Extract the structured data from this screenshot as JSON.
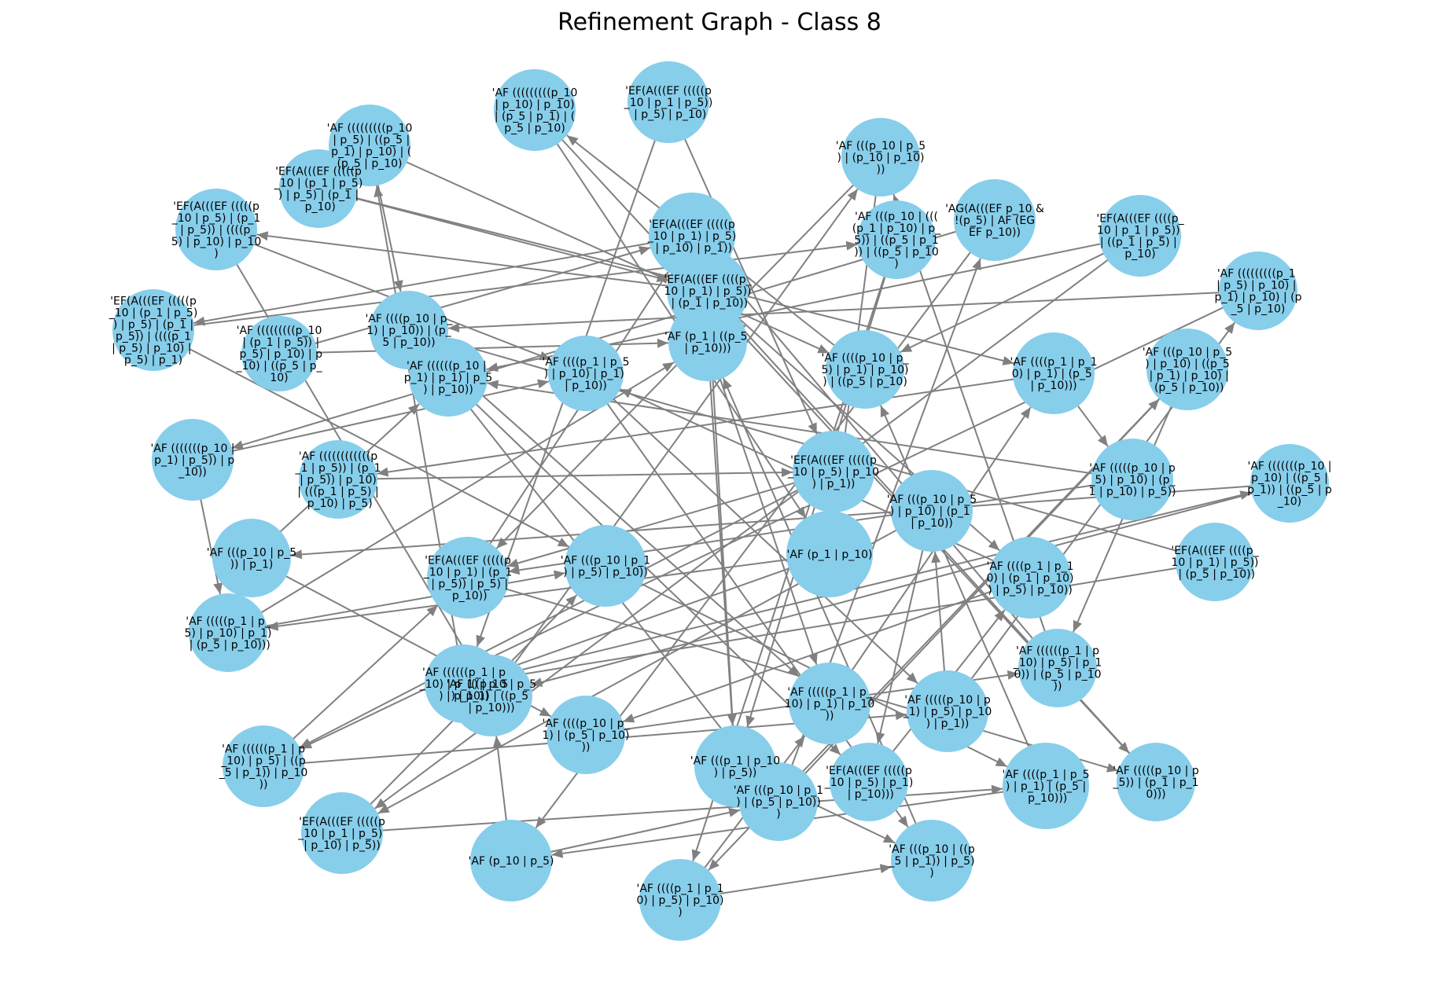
{
  "title": "Refinement Graph - Class 8",
  "colors": {
    "node_fill": "#87ceeb",
    "edge": "#808080",
    "text": "#000000",
    "background": "#ffffff"
  },
  "nodes": [
    {
      "label": "'EF(A(((EF (((((p_10 | (p_1 | p_5)) | p_5) | (p_1 | p_5)) | ((((p_1 | p_5) | p_10) | p_5) | p_1)"
    },
    {
      "label": "'AF (((((((((p_10 | (p_1 | p_5)) | p_5) | p_10) | p_10) | ((p_5 | p_10)"
    },
    {
      "label": "'AF ((((((((((((p_1 | p_5)) | (p_1 | p_5)) | p_10) | (((p_1 | p_5) | p_10) | p_5)"
    },
    {
      "label": "'EF(A(((EF (((((p_10 | p_5) | (p_1 | p_5)) | ((((p_5) | p_10) | p_10)"
    },
    {
      "label": "'EF(A(((EF (((((p_10 | (p_1 | p_5)) | p_5) | (p_1 | p_10)"
    },
    {
      "label": "'AF (((((((((p_10 | p_5) | ((p_5 | p_1) | p_10) | ((p_5 | p_10)"
    },
    {
      "label": "'AF (((((((((p_10 | p_10) | p_10) | (p_5 | p_1) | (p_5 | p_10)"
    },
    {
      "label": "'EF(A(((EF (((((p_10 | p_1 | p_5)) | p_5) | p_10)"
    },
    {
      "label": "'AF (((p_10 | ((((p_1 | p_10) | p_5)) | ((p_5 | p_1)) | ((p_5 | p_10)"
    },
    {
      "label": "'AF (((p_10 | p_5) | (p_10 | p_10)))"
    },
    {
      "label": "'AG(A(((EF p_10 & !(p_5) | AF (EG EF p_10))"
    },
    {
      "label": "'EF(A(((EF ((((p_10 | p_1 | p_5)) | ((p_1 | p_5) | p_10)"
    },
    {
      "label": "'AF (((((((((p_1 | p_5) | p_10) | p_1) | p_10) | (p_5 | p_10)"
    },
    {
      "label": "'AF (((p_10 | p_5) | p_10) | ((p_5 | p_1) | p_10) | (p_5 | p_10))"
    },
    {
      "label": "'AF (((((p_10 | p_5) | p_10) | (p_1 | p_10) | p_5))"
    },
    {
      "label": "'EF(A(((EF ((((p_10 | p_1) | p_5)) | (p_5 | p_10))"
    },
    {
      "label": "'AF (((((((p_10 | p_10) | ((p_5 | p_1)) | ((p_5 | p_10)"
    },
    {
      "label": "'AF ((((p_1 | p_10) | (p_1 | p_10)) | p_5) | p_10))"
    },
    {
      "label": "'AF (((p_10 | p_5) | p_10) | (p_1 | p_10))"
    },
    {
      "label": "'EF(A(((EF (((((p_10 | p_5) | p_10) | p_1))"
    },
    {
      "label": "'AF (p_1 | p_10)"
    },
    {
      "label": "'AF (p_1 | ((p_5 | p_10)))"
    },
    {
      "label": "'AF ((((p_1 | p_10) | p_5) | p_10))"
    },
    {
      "label": "'AF (p_10 | p_5)"
    },
    {
      "label": "'EF(A(((EF (((((p_10 | p_1 | p_5) | p_10) | p_5))"
    },
    {
      "label": "'AF ((((((p_1 | p_10) | p_5) | ((p_5 | p_1)) | p_10))"
    },
    {
      "label": "'AF (((p_10 | p_5)) | p_1)"
    },
    {
      "label": "'AF (((((((p_10 | p_1) | p_5)) | p_10))"
    },
    {
      "label": "'AF (((((p_1 | p_5) | p_10) | p_1) | (p_5 | p_10)))"
    },
    {
      "label": "'AF ((((p_10 | p_1) | p_10)) | (p_5 | p_10))"
    },
    {
      "label": "'AF ((((((p_10 | p_1) | p_1) | p_5) | p_10))"
    },
    {
      "label": "'AF ((((p_1 | p_5) | p_10) | p_1) | p_10))"
    },
    {
      "label": "'AF (((p_10 | p_1) | p_5) | p_10))"
    },
    {
      "label": "'EF(A(((EF (((((p_10 | p_1) | (p_1 | p_5)) | p_5) | p_10))"
    },
    {
      "label": "'AF ((((p_10 | p_1) | (p_5 | p_10)))"
    },
    {
      "label": "'AF (((p_1 | p_10) | p_5))"
    },
    {
      "label": "'AF (((((p_1 | p_10) | p_1) | p_10))"
    },
    {
      "label": "'AF ((((p_1 | p_5) | p_1) | (p_5 | p_10)))"
    },
    {
      "label": "'AF (((((p_10 | p_5)) | (p_1 | p_10)))"
    },
    {
      "label": "'AF ((((((p_1 | p_10) | p_5) | p_10)) | (p_5 | p_10))"
    },
    {
      "label": "'AF (((p_10 | ((p_5 | p_1)) | p_5))"
    },
    {
      "label": "'AF ((((p_1 | p_10) | p_1) | (p_5 | p_10)))"
    },
    {
      "label": "'AF ((((p_10 | p_5) | p_1) | p_10)) | ((p_5 | p_10)"
    },
    {
      "label": "'EF(A(((EF ((((p_10 | p_1) | p_5)) | (p_1 | p_10))"
    },
    {
      "label": "'EF(A(((EF (((((p_10 | p_1) | p_5) | p_10) | p_1))"
    },
    {
      "label": "'AF ((((((p_1 | p_10) | p_1) | p_5) | p_10))"
    },
    {
      "label": "'AF (((p_10 | p_5) | p_1) | ((p_5 | p_10)))"
    },
    {
      "label": "'AF (((p_10 | p_1) | (p_5 | p_10)))"
    },
    {
      "label": "'EF(A(((EF (((((p_10 | p_5) | p_1) | p_10)))"
    },
    {
      "label": "'AF (((((p_10 | p_1) | p_5) | p_10) | p_1))"
    }
  ]
}
